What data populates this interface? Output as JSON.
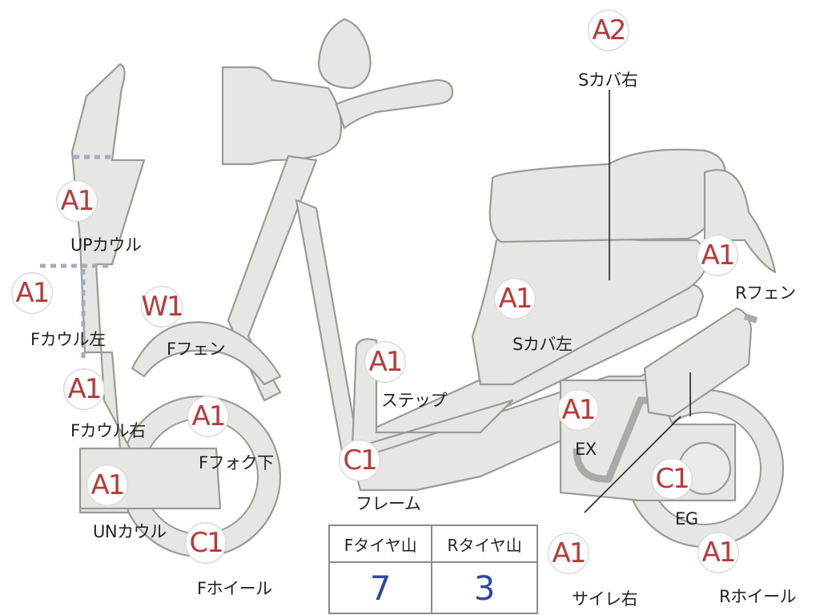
{
  "parts": [
    {
      "id": "up-cowl",
      "grade": "A2",
      "label": "Sカバ右"
    },
    {
      "id": "up-cowl-2",
      "grade": "A1",
      "label": "UPカウル"
    },
    {
      "id": "r-fender",
      "grade": "A1",
      "label": "Rフェン"
    },
    {
      "id": "f-cowl-left",
      "grade": "A1",
      "label": "Fカウル左"
    },
    {
      "id": "f-fender",
      "grade": "W1",
      "label": "Fフェン"
    },
    {
      "id": "s-cover-left",
      "grade": "A1",
      "label": "Sカバ左"
    },
    {
      "id": "step",
      "grade": "A1",
      "label": "ステップ"
    },
    {
      "id": "f-cowl-right",
      "grade": "A1",
      "label": "Fカウル右"
    },
    {
      "id": "f-fork-lower",
      "grade": "A1",
      "label": "Fフォク下"
    },
    {
      "id": "exhaust",
      "grade": "A1",
      "label": "EX"
    },
    {
      "id": "frame",
      "grade": "C1",
      "label": "フレーム"
    },
    {
      "id": "engine",
      "grade": "C1",
      "label": "EG"
    },
    {
      "id": "under-cowl",
      "grade": "A1",
      "label": "UNカウル"
    },
    {
      "id": "f-wheel",
      "grade": "C1",
      "label": "Fホイール"
    },
    {
      "id": "silencer-right",
      "grade": "A1",
      "label": "サイレ右"
    },
    {
      "id": "r-wheel",
      "grade": "A1",
      "label": "Rホイール"
    }
  ],
  "tread_table": {
    "headers": [
      "Fタイヤ山",
      "Rタイヤ山"
    ],
    "values": [
      "7",
      "3"
    ]
  },
  "colors": {
    "grade_text": "#b83a3a",
    "tread_value": "#2d4aa0",
    "part_fill": "#e6e6e4",
    "part_stroke": "#9a9a96",
    "dash_line": "#a4acc0"
  }
}
